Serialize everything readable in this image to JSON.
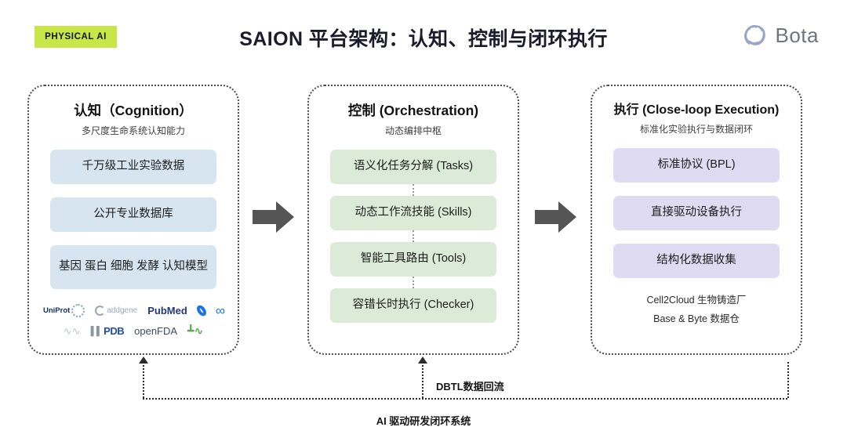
{
  "header": {
    "badge": "PHYSICAL AI",
    "title": "SAION 平台架构：认知、控制与闭环执行",
    "brand_name": "Bota",
    "brand_icon": "bota-spiral-logo",
    "badge_color": "#c6e747",
    "title_color": "#1b1b2c"
  },
  "panels": [
    {
      "id": "cognition",
      "title": "认知（Cognition）",
      "subtitle": "多尺度生命系统认知能力",
      "chip_color": "#d7e5f1",
      "chips": [
        "千万级工业实验数据",
        "公开专业数据库",
        "基因 蛋白 细胞 发酵\n认知模型"
      ],
      "chips_flat": [
        "千万级工业实验数据",
        "公开专业数据库",
        "基因 蛋白 细胞 发酵 认知模型"
      ],
      "logos_row1": [
        "UniProt",
        "addgene",
        "PubMed",
        "blue-blob-icon",
        "meta-infinity-icon"
      ],
      "logos_row2": [
        "squiggle-icon",
        "PDB",
        "openFDA",
        "dna-green-icon"
      ]
    },
    {
      "id": "orchestration",
      "title": "控制 (Orchestration)",
      "subtitle": "动态编排中枢",
      "chip_color": "#dcebd7",
      "chips": [
        "语义化任务分解 (Tasks)",
        "动态工作流技能 (Skills)",
        "智能工具路由 (Tools)",
        "容错长时执行 (Checker)"
      ]
    },
    {
      "id": "execution",
      "title": "执行 (Close-loop Execution)",
      "subtitle": "标准化实验执行与数据闭环",
      "chip_color": "#dedbf2",
      "chips": [
        "标准协议 (BPL)",
        "直接驱动设备执行",
        "结构化数据收集"
      ],
      "footer_notes": [
        "Cell2Cloud 生物铸造厂",
        "Base & Byte 数据仓"
      ]
    }
  ],
  "flow": {
    "arrow_1": "right-block-arrow",
    "arrow_2": "right-block-arrow",
    "arrow_color": "#555555"
  },
  "feedback_loop": {
    "dbtl_label": "DBTL数据回流",
    "system_label": "AI 驱动研发闭环系统",
    "line_color": "#2b2b2b"
  }
}
